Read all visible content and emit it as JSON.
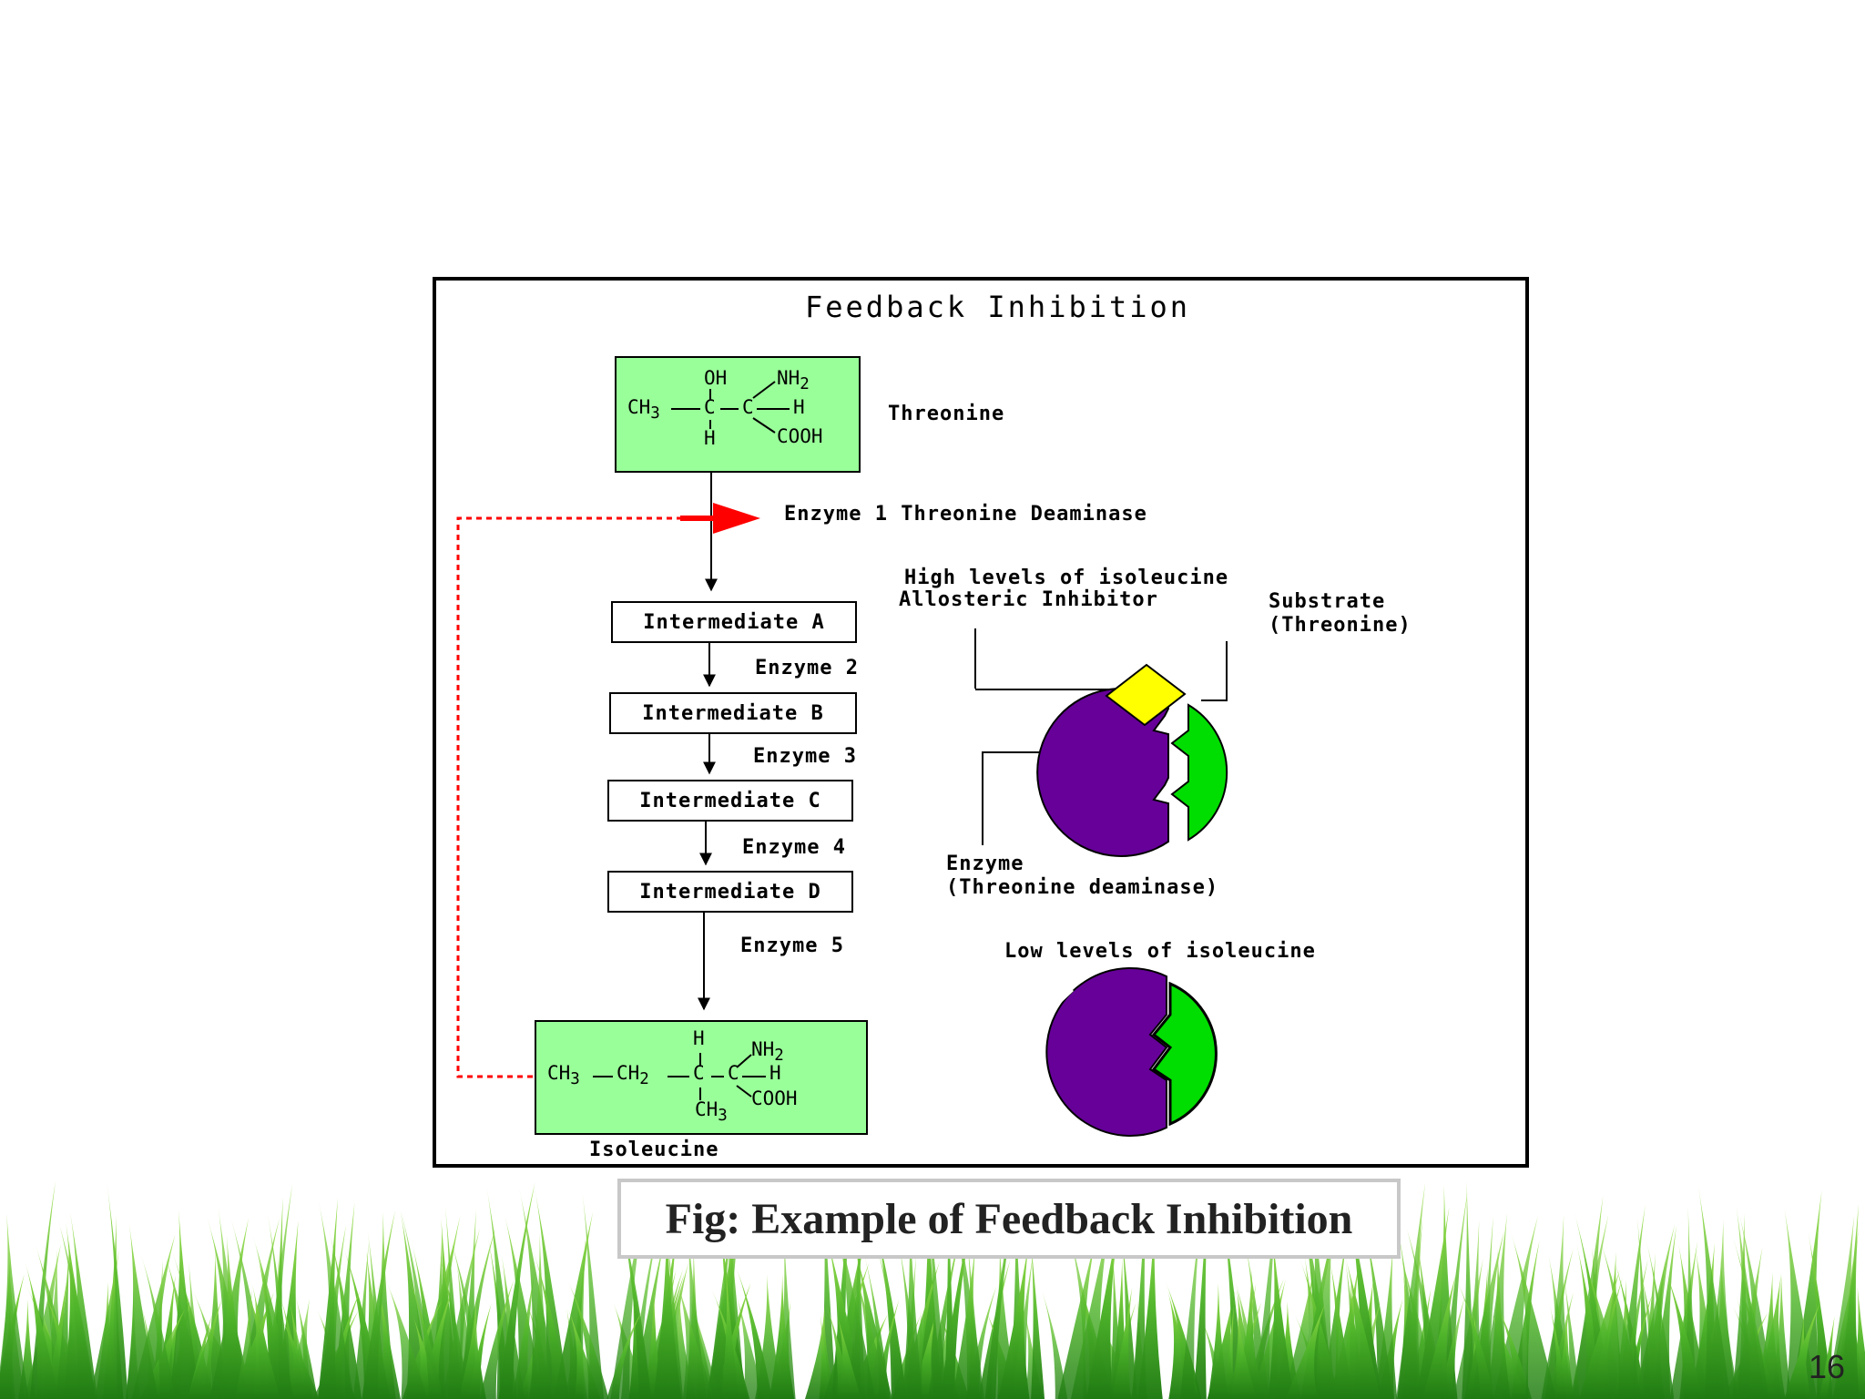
{
  "diagram": {
    "title": "Feedback Inhibition",
    "threonine": {
      "label": "Threonine",
      "formula": {
        "oh": "OH",
        "nh2": "NH",
        "sub2": "2",
        "ch3": "CH",
        "sub3": "3",
        "c1": "C",
        "c2": "C",
        "h_right": "H",
        "h_bottom": "H",
        "cooh": "COOH"
      }
    },
    "enzyme1_label": "Enzyme 1 Threonine Deaminase",
    "intermediates": [
      "Intermediate A",
      "Intermediate B",
      "Intermediate C",
      "Intermediate D"
    ],
    "enzymes": [
      "Enzyme 2",
      "Enzyme 3",
      "Enzyme 4",
      "Enzyme 5"
    ],
    "isoleucine": {
      "label": "Isoleucine",
      "formula": {
        "h_top": "H",
        "nh2": "NH",
        "sub2": "2",
        "ch3": "CH",
        "sub3": "3",
        "ch2": "CH",
        "c1": "C",
        "c2": "C",
        "h_right": "H",
        "cooh": "COOH",
        "ch3_bottom": "CH"
      }
    },
    "high_levels_line1": "High levels of isoleucine",
    "high_levels_line2": "Allosteric Inhibitor",
    "substrate_line1": "Substrate",
    "substrate_line2": "(Threonine)",
    "enzyme_line1": "Enzyme",
    "enzyme_line2": "(Threonine deaminase)",
    "low_levels": "Low levels of isoleucine",
    "colors": {
      "enzyme": "#660099",
      "substrate": "#00dd00",
      "inhibitor": "#ffff00",
      "box_green": "#99ff99",
      "feedback": "#ff0000"
    }
  },
  "caption": "Fig: Example of Feedback Inhibition",
  "page_number": "16"
}
